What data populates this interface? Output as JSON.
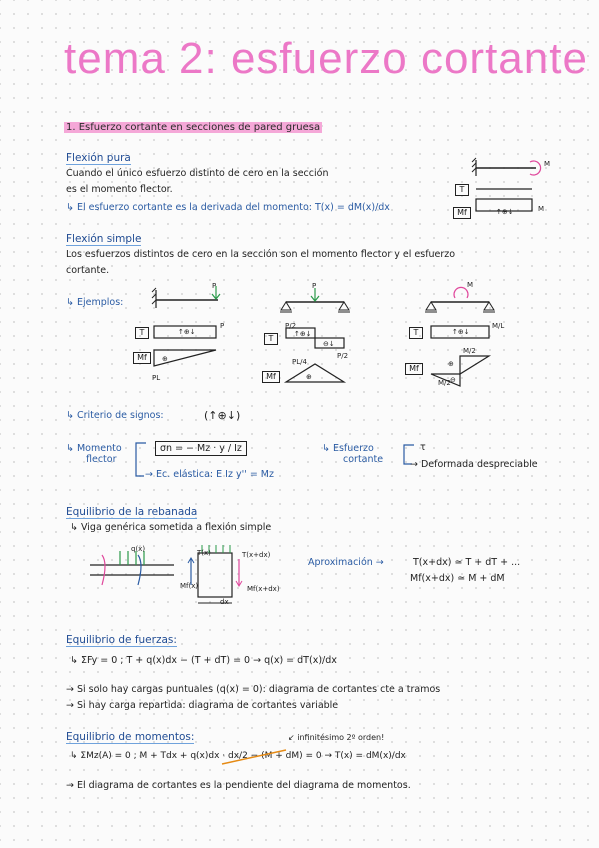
{
  "title": "tema 2: esfuerzo cortante",
  "section1": "1. Esfuerzo cortante en secciones de pared gruesa",
  "flexion_pura": {
    "heading": "Flexión pura",
    "line1": "Cuando el único esfuerzo distinto de cero en la sección",
    "line2": "es el momento flector.",
    "line3": "↳ El esfuerzo cortante es la derivada del momento: T(x) = dM(x)/dx",
    "diag_M": "M",
    "diag_T": "T",
    "diag_Mf": "Mf",
    "diag_sign": "↑⊕↓",
    "diag_M2": "M"
  },
  "flexion_simple": {
    "heading": "Flexión simple",
    "line1": "Los esfuerzos distintos de cero en la sección son el momento flector y el esfuerzo",
    "line2": "cortante.",
    "ejemplos": "↳ Ejemplos:",
    "ex1": {
      "P": "P",
      "T": "T",
      "Mf": "Mf",
      "sign": "↑⊕↓",
      "sign2": "⊕",
      "P2": "P",
      "PL": "PL"
    },
    "ex2": {
      "P": "P",
      "P2a": "P/2",
      "P2b": "P/2",
      "T": "T",
      "Mf": "Mf",
      "sign": "↑⊕↓",
      "sign2": "⊖↓",
      "PL4": "PL/4",
      "sign3": "⊕"
    },
    "ex3": {
      "M": "M",
      "T": "T",
      "Mf": "Mf",
      "sign": "↑⊕↓",
      "ML": "M/L",
      "M2a": "M/2",
      "M2b": "M/2",
      "sign2": "⊕",
      "sign3": "⊖"
    }
  },
  "criterio": {
    "label": "↳ Criterio de signos:",
    "symbol": "(↑⊕↓)"
  },
  "momento": {
    "label1": "↳ Momento",
    "label2": "flector",
    "formula1": "σn = − Mz · y / Iz",
    "formula2": "→ Ec. elástica: E Iz y'' = Mz",
    "cortante1": "↳ Esfuerzo",
    "cortante2": "cortante",
    "arrow": "τ",
    "deform": "→ Deformada despreciable"
  },
  "equilibrio_rebanada": {
    "heading": "Equilibrio de la rebanada",
    "line1": "↳ Viga genérica sometida a flexión simple",
    "qx": "q(x)",
    "Tx": "T(x)",
    "Txdx": "T(x+dx)",
    "Mfx": "Mf(x)",
    "Mfxdx": "Mf(x+dx)",
    "dx": "dx",
    "aprox": "Aproximación →",
    "eq1": "T(x+dx) ≃ T + dT + ...",
    "eq2": "Mf(x+dx) ≃ M + dM"
  },
  "equilibrio_fuerzas": {
    "heading": "Equilibrio de fuerzas:",
    "eq": "↳ ΣFy = 0  ;  T + q(x)dx − (T + dT) = 0  →  q(x) = dT(x)/dx",
    "bullet1": "→ Si solo hay cargas puntuales (q(x) = 0): diagrama de cortantes cte a tramos",
    "bullet2": "→ Si hay carga repartida: diagrama de cortantes variable"
  },
  "equilibrio_momentos": {
    "heading": "Equilibrio de momentos:",
    "note": "↙ infinitésimo 2º orden!",
    "eq_left": "↳ ΣMz(A) = 0  ;  M + Tdx + q(x)dx · dx/2 − (M + dM) = 0  →  T(x) = dM(x)/dx",
    "final": "→ El diagrama de cortantes es la pendiente del diagrama de momentos."
  }
}
